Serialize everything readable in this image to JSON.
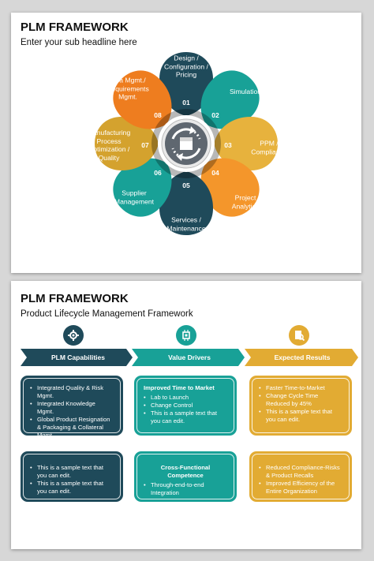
{
  "slide1": {
    "title": "PLM FRAMEWORK",
    "subtitle": "Enter your sub headline here",
    "center_icon": "recycle-box-icon",
    "petals": [
      {
        "num": "01",
        "label": "Design / Configuration / Pricing",
        "color": "#1f4a5a"
      },
      {
        "num": "02",
        "label": "Simulation",
        "color": "#18a197"
      },
      {
        "num": "03",
        "label": "PPM / Compliance",
        "color": "#e7b23d"
      },
      {
        "num": "04",
        "label": "Project Analytics",
        "color": "#f4962b"
      },
      {
        "num": "05",
        "label": "Services / Maintenance",
        "color": "#1f4a5a"
      },
      {
        "num": "06",
        "label": "Supplier Management",
        "color": "#18a197"
      },
      {
        "num": "07",
        "label": "Manufacturing Process Optimization / Quality",
        "color": "#d4a22e"
      },
      {
        "num": "08",
        "label": "Idea Mgmt./ Requirements Mgmt.",
        "color": "#ee7d1f"
      }
    ]
  },
  "slide2": {
    "title": "PLM FRAMEWORK",
    "subtitle": "Product Lifecycle Management Framework",
    "columns": [
      {
        "header": "PLM Capabilities",
        "icon": "gear-icon",
        "color": "#1f4a5a"
      },
      {
        "header": "Value Drivers",
        "icon": "chip-icon",
        "color": "#18a197"
      },
      {
        "header": "Expected Results",
        "icon": "document-search-icon",
        "color": "#e2ab33"
      }
    ],
    "cards": {
      "c11": {
        "items": [
          "Integrated Quality & Risk Mgmt.",
          "Integrated Knowledge Mgmt.",
          "Global Product Resignation & Packaging & Collateral Mgmt."
        ]
      },
      "c12": {
        "heading": "Improved Time to Market",
        "items": [
          "Lab to Launch",
          "Change Control",
          "This is a sample text that you can edit."
        ]
      },
      "c13": {
        "items": [
          "Faster Time-to-Market",
          "Change Cycle Time Reduced by 45%",
          "This is a sample text that you can edit."
        ]
      },
      "c21": {
        "items": [
          "This is a sample text that you can edit.",
          "This is a sample text that you can edit."
        ]
      },
      "c22": {
        "heading": "Cross-Functional Competence",
        "items": [
          "Through-end-to-end Integration"
        ]
      },
      "c23": {
        "items": [
          "Reduced Compliance-Risks & Product Recalls",
          "Improved Efficiency of the Entire Organization"
        ]
      }
    }
  }
}
